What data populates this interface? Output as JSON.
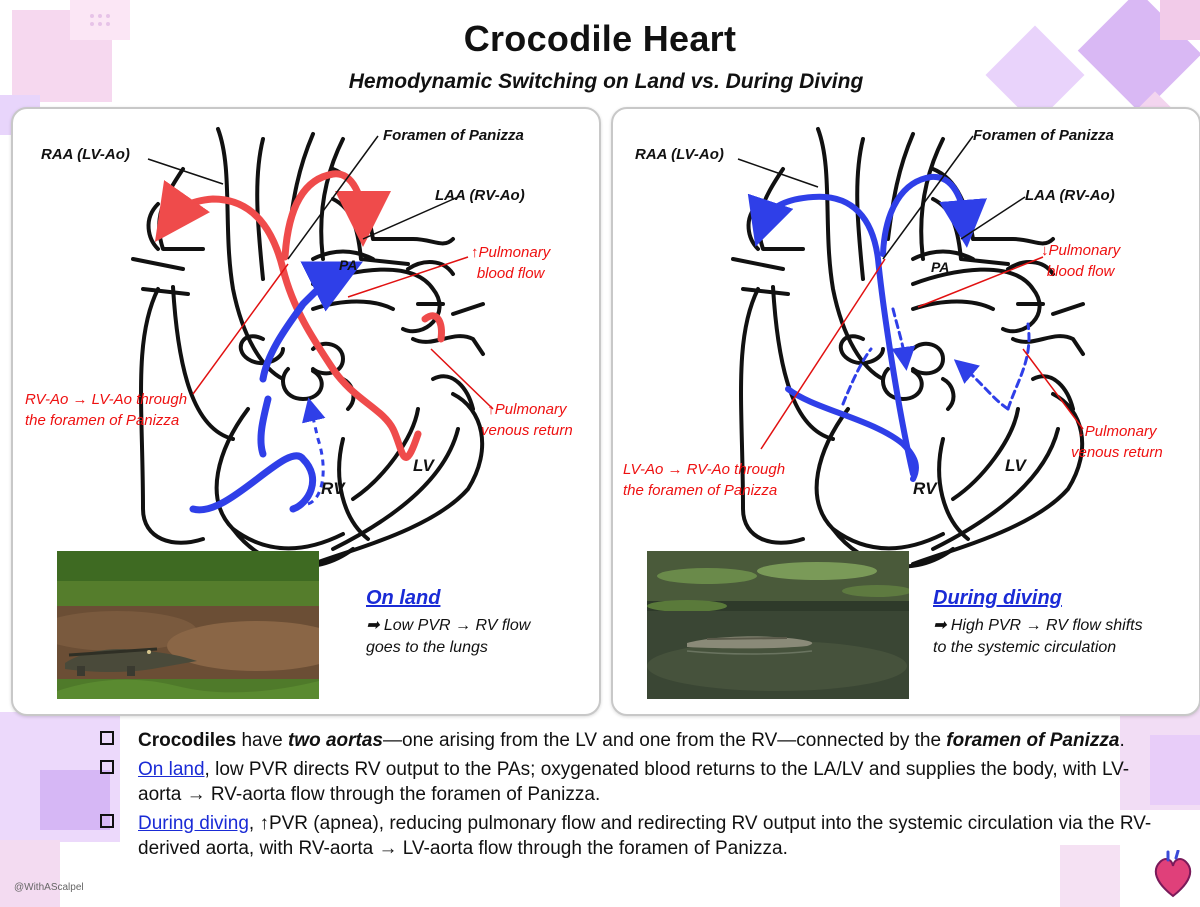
{
  "title": "Crocodile Heart",
  "subtitle": "Hemodynamic Switching on Land vs. During Diving",
  "colors": {
    "oxygenated": "#ef4b4b",
    "deoxygenated": "#2f3fe8",
    "annotation": "#e11111",
    "caption": "#1a2bd6"
  },
  "left_panel": {
    "raa": "RAA (LV-Ao)",
    "foramen": "Foramen of Panizza",
    "laa": "LAA (RV-Ao)",
    "pa": "PA",
    "pulm_flow_1": "↑Pulmonary",
    "pulm_flow_2": "blood flow",
    "shunt_1": "RV-Ao → LV-Ao through",
    "shunt_2": "the foramen of Panizza",
    "venous_1": "↑Pulmonary",
    "venous_2": "venous return",
    "rv": "RV",
    "lv": "LV",
    "caption_title": "On land",
    "caption_line1": "➡ Low PVR → RV flow",
    "caption_line2": "goes to the lungs"
  },
  "right_panel": {
    "raa": "RAA (LV-Ao)",
    "foramen": "Foramen of Panizza",
    "laa": "LAA (RV-Ao)",
    "pa": "PA",
    "pulm_flow_1": "↓Pulmonary",
    "pulm_flow_2": "blood flow",
    "shunt_1": "LV-Ao → RV-Ao through",
    "shunt_2": "the foramen of Panizza",
    "venous_1": "↓Pulmonary",
    "venous_2": "venous return",
    "rv": "RV",
    "lv": "LV",
    "caption_title": "During diving",
    "caption_line1": "➡ High PVR → RV flow shifts",
    "caption_line2": "to the systemic circulation"
  },
  "bullets": [
    {
      "b1": "Crocodiles",
      "t1": " have ",
      "b2": "two aortas",
      "t2": "—one arising from the LV and one from the RV—connected by the ",
      "b3": "foramen of Panizza",
      "t3": "."
    },
    {
      "link": "On land",
      "text": ", low PVR directs RV output to the PAs; oxygenated blood returns to the LA/LV and supplies the body, with LV-aorta → RV-aorta flow through the foramen of Panizza."
    },
    {
      "link": "During diving",
      "text": ", ↑PVR (apnea), reducing pulmonary flow and redirecting RV output into the systemic circulation via the RV-derived aorta, with RV-aorta → LV-aorta flow through the foramen of Panizza."
    }
  ],
  "credit": "@WithAScalpel"
}
